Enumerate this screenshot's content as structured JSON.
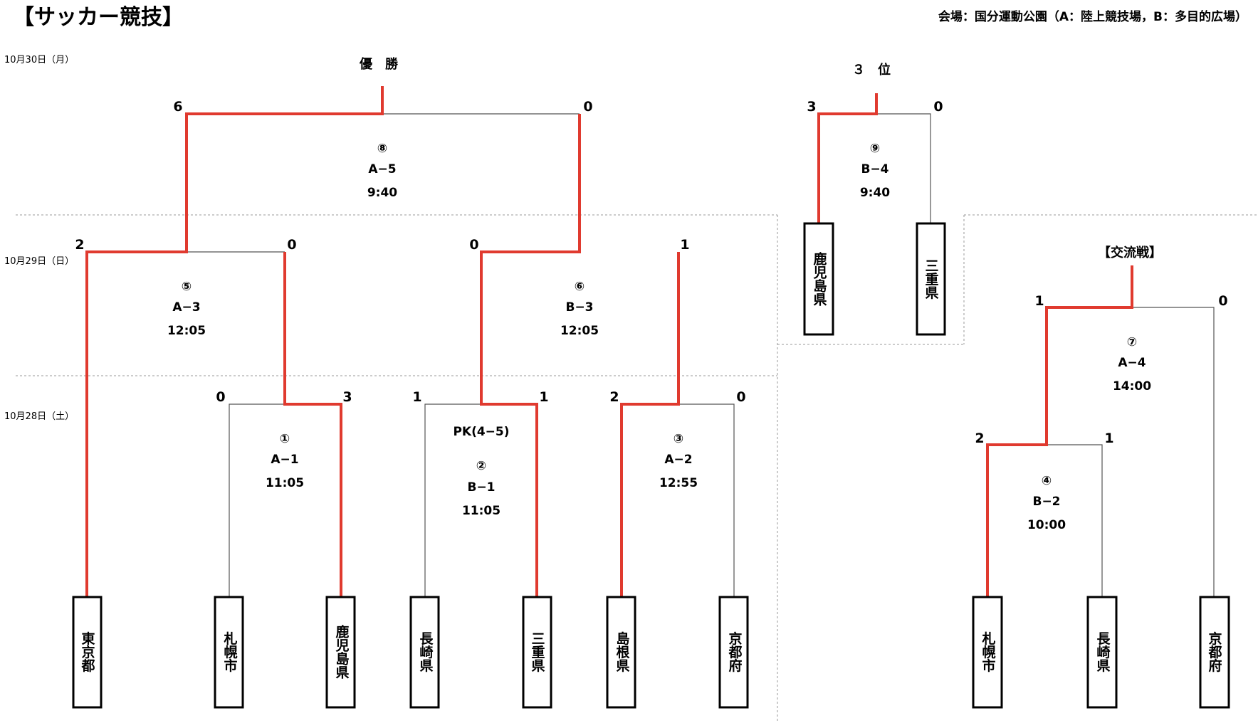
{
  "title": "【サッカー競技】",
  "venue": "会場：国分運動公園（A：陸上競技場，B：多目的広場）",
  "dates": [
    "10月30日（月）",
    "10月29日（日）",
    "10月28日（土）"
  ],
  "labels": {
    "final": "優　勝",
    "third": "３　位",
    "exchange": "【交流戦】"
  },
  "teams": [
    "東京都",
    "札幌市",
    "鹿児島県",
    "長崎県",
    "三重県",
    "島根県",
    "京都府"
  ],
  "third_place_teams": [
    "鹿児島県",
    "三重県"
  ],
  "exchange_teams": [
    "札幌市",
    "長崎県",
    "京都府"
  ],
  "matches": [
    {
      "id": "m1",
      "num": "①",
      "court": "A−1",
      "time": "11:05",
      "left_score": "0",
      "right_score": "3"
    },
    {
      "id": "m2",
      "num": "②",
      "court": "B−1",
      "time": "11:05",
      "left_score": "1",
      "right_score": "1",
      "note": "PK(4−5)"
    },
    {
      "id": "m3",
      "num": "③",
      "court": "A−2",
      "time": "12:55",
      "left_score": "2",
      "right_score": "0"
    },
    {
      "id": "m4",
      "num": "④",
      "court": "B−2",
      "time": "10:00",
      "left_score": "2",
      "right_score": "1"
    },
    {
      "id": "m5",
      "num": "⑤",
      "court": "A−3",
      "time": "12:05",
      "left_score": "2",
      "right_score": "0"
    },
    {
      "id": "m6",
      "num": "⑥",
      "court": "B−3",
      "time": "12:05",
      "left_score": "0",
      "right_score": "1"
    },
    {
      "id": "m7",
      "num": "⑦",
      "court": "A−4",
      "time": "14:00",
      "left_score": "1",
      "right_score": "0"
    },
    {
      "id": "m8",
      "num": "⑧",
      "court": "A−5",
      "time": "9:40",
      "left_score": "6",
      "right_score": "0"
    },
    {
      "id": "m9",
      "num": "⑨",
      "court": "B−4",
      "time": "9:40",
      "left_score": "3",
      "right_score": "0"
    }
  ],
  "colors": {
    "winner_line": "#e03a2f",
    "loser_line": "#555555",
    "separator": "#999999"
  }
}
